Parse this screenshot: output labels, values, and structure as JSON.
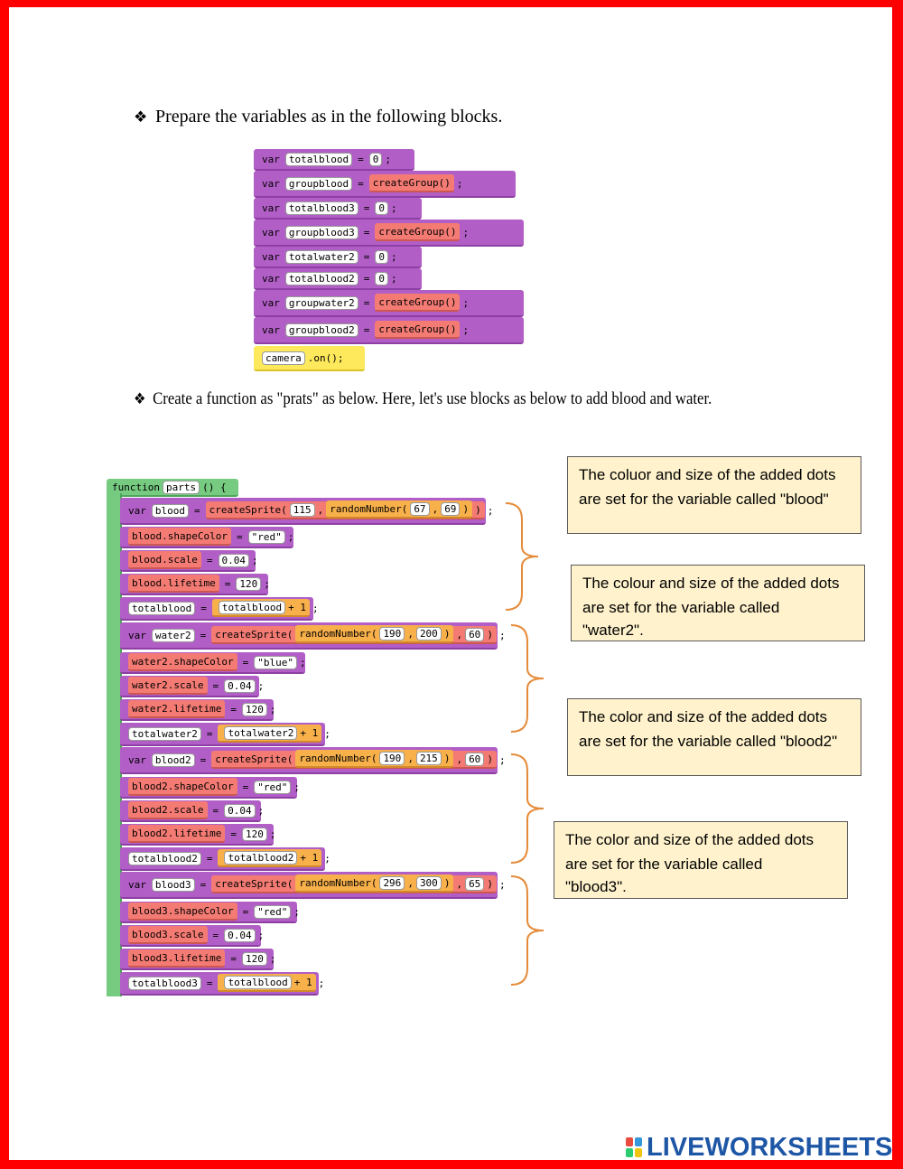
{
  "instructions": {
    "step1": "Prepare the variables as in the following blocks.",
    "step2": "Create a function as \"prats\" as below. Here, let's use blocks as below to add blood and water.",
    "bullet_glyph": "❖"
  },
  "var_blocks": [
    {
      "name": "totalblood",
      "value": "0"
    },
    {
      "name": "groupblood",
      "value": "createGroup()"
    },
    {
      "name": "totalblood3",
      "value": "0"
    },
    {
      "name": "groupblood3",
      "value": "createGroup()"
    },
    {
      "name": "totalwater2",
      "value": "0"
    },
    {
      "name": "totalblood2",
      "value": "0"
    },
    {
      "name": "groupwater2",
      "value": "createGroup()"
    },
    {
      "name": "groupblood2",
      "value": "createGroup()"
    }
  ],
  "camera_block": {
    "object": "camera",
    "call": ".on();"
  },
  "code": {
    "keyword_var": "var",
    "eq": "=",
    "semi": ";",
    "function_header": {
      "keyword": "function",
      "name": "parts",
      "tail": "() {"
    },
    "create_sprite": "createSprite(",
    "random_number": "randomNumber(",
    "groups": [
      {
        "var": "blood",
        "args": {
          "first": "115",
          "rand_a": "67",
          "rand_b": "69",
          "last": ""
        },
        "color": "\"red\"",
        "scale": "0.04",
        "lifetime": "120",
        "total": "totalblood",
        "total_expr": "totalblood"
      },
      {
        "var": "water2",
        "args": {
          "first": "",
          "rand_a": "190",
          "rand_b": "200",
          "last": "60"
        },
        "color": "\"blue\"",
        "scale": "0.04",
        "lifetime": "120",
        "total": "totalwater2",
        "total_expr": "totalwater2"
      },
      {
        "var": "blood2",
        "args": {
          "first": "",
          "rand_a": "190",
          "rand_b": "215",
          "last": "60"
        },
        "color": "\"red\"",
        "scale": "0.04",
        "lifetime": "120",
        "total": "totalblood2",
        "total_expr": "totalblood2"
      },
      {
        "var": "blood3",
        "args": {
          "first": "",
          "rand_a": "296",
          "rand_b": "300",
          "last": "65"
        },
        "color": "\"red\"",
        "scale": "0.04",
        "lifetime": "120",
        "total": "totalblood3",
        "total_expr": "totalblood"
      }
    ],
    "props": {
      "shape": ".shapeColor",
      "scale": ".scale",
      "lifetime": ".lifetime"
    },
    "plus_one": "+ 1"
  },
  "notes": [
    {
      "line1": "The coluor and size of the added dots",
      "line2": "are set for the variable called \"blood\"",
      "line3": ""
    },
    {
      "line1": "The colour and size of the added dots",
      "line2": "are set for the variable called",
      "line3": "\"water2\"."
    },
    {
      "line1": "The color and size of the added dots",
      "line2": "are set for the variable called \"blood2\"",
      "line3": ""
    },
    {
      "line1": "The color and size of the added dots",
      "line2": "are set for the variable called",
      "line3": "\"blood3\"."
    }
  ],
  "logo": {
    "text": "LIVEWORKSHEETS",
    "icon_colors": [
      "#e74c3c",
      "#3498db",
      "#2ecc71",
      "#f1c40f"
    ]
  },
  "colors": {
    "frame": "#ff0000",
    "purple_block": "#b25ec7",
    "pink_block": "#f47b74",
    "green_block": "#76cb81",
    "yellow_block": "#fde95b",
    "orange_block": "#f8b04b",
    "brace": "#e58b3a",
    "note_bg": "#fff2cc",
    "logo": "#1e56a6"
  }
}
